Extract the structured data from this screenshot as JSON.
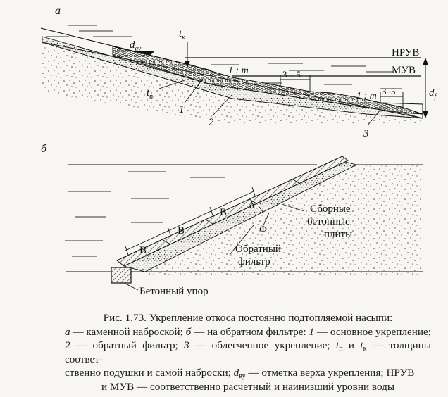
{
  "figure": {
    "panel_a": {
      "letter": "а",
      "d_vu": "d",
      "d_vu_sub": "ву",
      "t_k": "t",
      "t_k_sub": "к",
      "t_p": "t",
      "t_p_sub": "п",
      "slope_1": "1 : m",
      "slope_2": "1 : m",
      "dim_1": "3 – 5",
      "dim_2": "3–5",
      "nruv": "НРУВ",
      "muv": "МУВ",
      "d_f": "d",
      "d_f_sub": "f",
      "num_1": "1",
      "num_2": "2",
      "num_3": "3"
    },
    "panel_b": {
      "letter": "б",
      "b1": "B",
      "b2": "B",
      "b3": "B",
      "delta": "δ",
      "phi": "Ф",
      "plates_1": "Сборные",
      "plates_2": "бетонные",
      "plates_3": "плиты",
      "filter_1": "Обратный",
      "filter_2": "фильтр",
      "stop": "Бетонный упор"
    }
  },
  "caption": {
    "l1": "Рис. 1.73. Укрепление откоса постоянно подтопляемой насыпи:",
    "l2a": "а",
    "l2b": " — каменной наброской; ",
    "l2c": "б",
    "l2d": " — на обратном фильтре: ",
    "l2e": "1",
    "l2f": " — основное укрепление;",
    "l3a": "2",
    "l3b": " — обратный фильтр; ",
    "l3c": "3",
    "l3d": " — облегченное укрепление; ",
    "l3e": "t",
    "l3e_sub": "п",
    "l3f": " и ",
    "l3g": "t",
    "l3g_sub": "к",
    "l3h": " — толщины соответ-",
    "l4a": "ственно подушки и самой наброски; ",
    "l4b": "d",
    "l4b_sub": "ву",
    "l4c": " — отметка верха укрепления; НРУВ",
    "l5": "и МУВ — соответственно расчетный и наинизший уровни воды"
  }
}
